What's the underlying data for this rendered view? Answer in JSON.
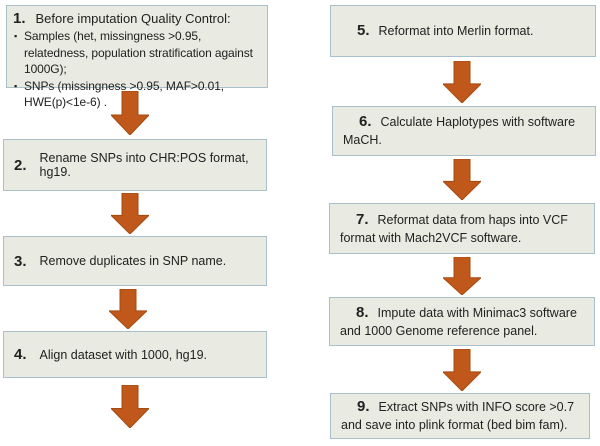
{
  "flowchart": {
    "colors": {
      "box_fill": "#e9ebe2",
      "box_border": "#a9bfca",
      "arrow": "#c0571b",
      "arrow_edge": "#a34b10",
      "text": "#212121"
    },
    "left_column": {
      "step1": {
        "number": "1.",
        "title": "Before imputation Quality Control:",
        "bullets": [
          "Samples (het, missingness >0.95, relatedness, population stratification against 1000G);",
          "SNPs (missingness >0.95, MAF>0.01, HWE(p)<1e-6) ."
        ]
      },
      "step2": {
        "number": "2.",
        "text": "Rename SNPs into CHR:POS format, hg19."
      },
      "step3": {
        "number": "3.",
        "text": "Remove duplicates in SNP name."
      },
      "step4": {
        "number": "4.",
        "text": "Align dataset with 1000, hg19."
      }
    },
    "right_column": {
      "step5": {
        "number": "5.",
        "text": "Reformat into Merlin format."
      },
      "step6": {
        "number": "6.",
        "text": "Calculate Haplotypes with software MaCH."
      },
      "step7": {
        "number": "7.",
        "text": "Reformat data from haps into VCF format with Mach2VCF software."
      },
      "step8": {
        "number": "8.",
        "text": "Impute data with Minimac3 software and 1000 Genome reference  panel."
      },
      "step9": {
        "number": "9.",
        "text": "Extract SNPs with  INFO score >0.7 and save into plink format (bed bim fam)."
      }
    }
  }
}
